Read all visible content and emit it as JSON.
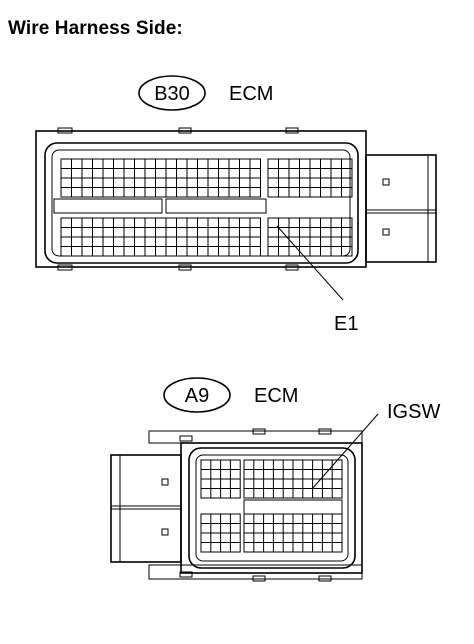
{
  "title": "Wire Harness Side:",
  "connectors": [
    {
      "code": "B30",
      "name": "ECM",
      "terminal_label": "E1"
    },
    {
      "code": "A9",
      "name": "ECM",
      "terminal_label": "IGSW"
    }
  ]
}
